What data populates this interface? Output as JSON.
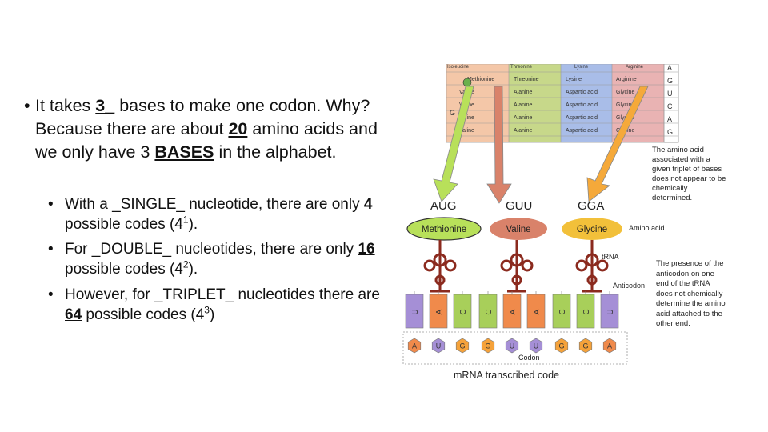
{
  "main_bullet": {
    "part1": "It takes ",
    "bases_count": "3_",
    "part2": " bases to make one codon. Why? Because there are about ",
    "amino_count": "20",
    "part3": " amino acids and we only have 3 ",
    "bases_word": "BASES",
    "part4": " in the alphabet."
  },
  "sub_bullets": [
    {
      "prefix": "With a _SINGLE_ nucleotide, there are only ",
      "value": "4",
      "middle": " possible codes (4",
      "exp": "1",
      "suffix": ")."
    },
    {
      "prefix": "For _DOUBLE_ nucleotides, there are only ",
      "value": "16",
      "middle": " possible codes (4",
      "exp": "2",
      "suffix": ")."
    },
    {
      "prefix": "However, for _TRIPLET_ nucleotides there are ",
      "value": "64",
      "middle": " possible codes (4",
      "exp": "3",
      "suffix": ")"
    }
  ],
  "figure": {
    "table_rows": [
      [
        "Methionine",
        "Threonine",
        "Lysine",
        "Arginine"
      ],
      [
        "Valine",
        "Alanine",
        "Aspartic acid",
        "Glycine"
      ],
      [
        "Valine",
        "Alanine",
        "Aspartic acid",
        "Glycine"
      ],
      [
        "Valine",
        "Alanine",
        "Aspartic acid",
        "Glycine"
      ],
      [
        "Valine",
        "Alanine",
        "Aspartic acid",
        "Glycine"
      ]
    ],
    "table_top_row": [
      "Isoleucine",
      "Threonine",
      "Lysine",
      "Arginine"
    ],
    "right_letters": [
      "A",
      "G",
      "U",
      "C",
      "A",
      "G"
    ],
    "left_letter": "G",
    "codons": [
      "AUG",
      "GUU",
      "GGA"
    ],
    "amino_acids": [
      "Methionine",
      "Valine",
      "Glycine"
    ],
    "amino_label": "Amino acid",
    "trna_label": "tRNA",
    "anticodon_label": "Anticodon",
    "codon_label": "Codon",
    "mrna_label": "mRNA transcribed code",
    "anticodon_bases": [
      "U",
      "A",
      "C",
      "C",
      "A",
      "A",
      "C",
      "C",
      "U"
    ],
    "codon_bases": [
      "A",
      "U",
      "G",
      "G",
      "U",
      "U",
      "G",
      "G",
      "A"
    ],
    "note_top": "The amino acid associated with a given triplet of bases does not appear to be chemically determined.",
    "note_bottom": "The presence of the anticodon on one end of the tRNA does not chemically determine the amino acid attached to the other end.",
    "colors": {
      "A": "#f08a4b",
      "U": "#a58fd6",
      "G": "#f5a23a",
      "C": "#a8cf5a",
      "methionine": "#b8e05a",
      "valine": "#d9826a",
      "glycine": "#f2c03a",
      "trna": "#8b2a1e"
    }
  }
}
